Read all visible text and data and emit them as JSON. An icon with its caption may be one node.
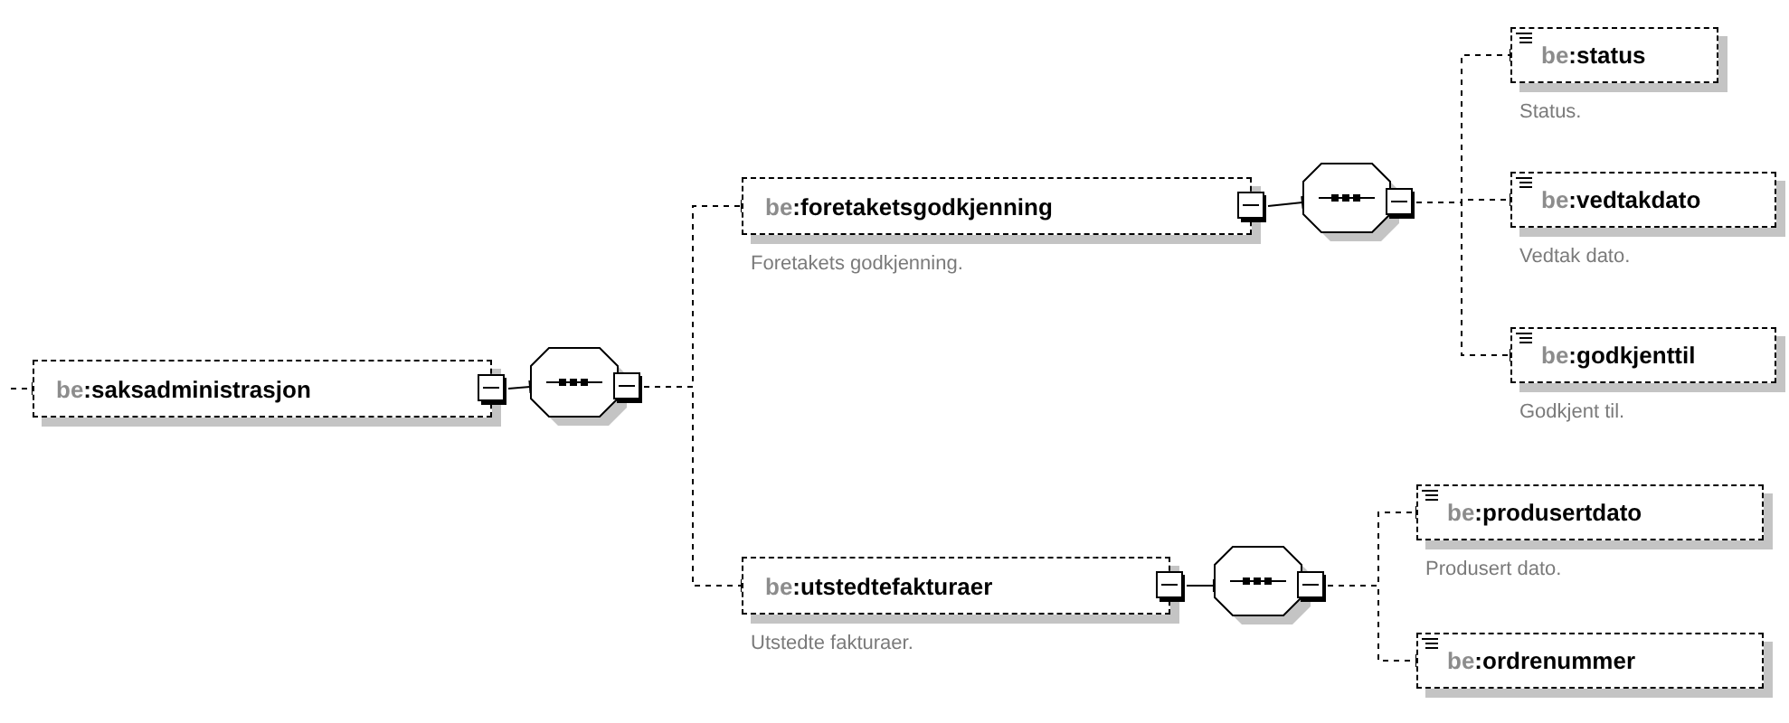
{
  "diagram": {
    "nodes": [
      {
        "text": [
          "be:saksadministrasjon"
        ]
      },
      {
        "text": [],
        "shape": "octagon"
      },
      {
        "text": [
          "be:foretaketsgodkjenning"
        ],
        "beside": [
          "Foretakets godkjenning."
        ]
      },
      {
        "text": [],
        "shape": "octagon"
      },
      {
        "text": [
          "be:status"
        ],
        "beside": [
          "Status."
        ]
      },
      {
        "text": [
          "be:vedtakdato"
        ],
        "beside": [
          "Vedtak dato."
        ]
      },
      {
        "text": [
          "be:godkjenttil"
        ],
        "beside": [
          "Godkjent til."
        ]
      },
      {
        "text": [
          "be:utstedtefakturaer"
        ],
        "beside": [
          "Utstedte fakturaer."
        ]
      },
      {
        "text": [],
        "shape": "octagon"
      },
      {
        "text": [
          "be:produsertdato"
        ],
        "beside": [
          "Produsert dato."
        ]
      },
      {
        "text": [
          "be:ordrenummer"
        ]
      }
    ],
    "edges": [
      {
        "from": null,
        "to": 0,
        "arrow": "other",
        "style": "dashed"
      },
      {
        "from": 0,
        "to": 1,
        "arrow": "other"
      },
      {
        "from": 1,
        "to": 2,
        "arrow": "other",
        "style": "dashed"
      },
      {
        "from": 1,
        "to": 7,
        "arrow": "other",
        "style": "dashed"
      },
      {
        "from": 2,
        "to": 3,
        "arrow": "other"
      },
      {
        "from": 3,
        "to": 4,
        "arrow": "other",
        "style": "dashed"
      },
      {
        "from": 3,
        "to": 5,
        "arrow": "other",
        "style": "dashed"
      },
      {
        "from": 3,
        "to": 6,
        "arrow": "other",
        "style": "dashed"
      },
      {
        "from": 7,
        "to": 8,
        "arrow": "other"
      },
      {
        "from": 8,
        "to": 9,
        "arrow": "other",
        "style": "dashed"
      },
      {
        "from": 8,
        "to": 10,
        "arrow": "other",
        "style": "dashed"
      }
    ]
  }
}
